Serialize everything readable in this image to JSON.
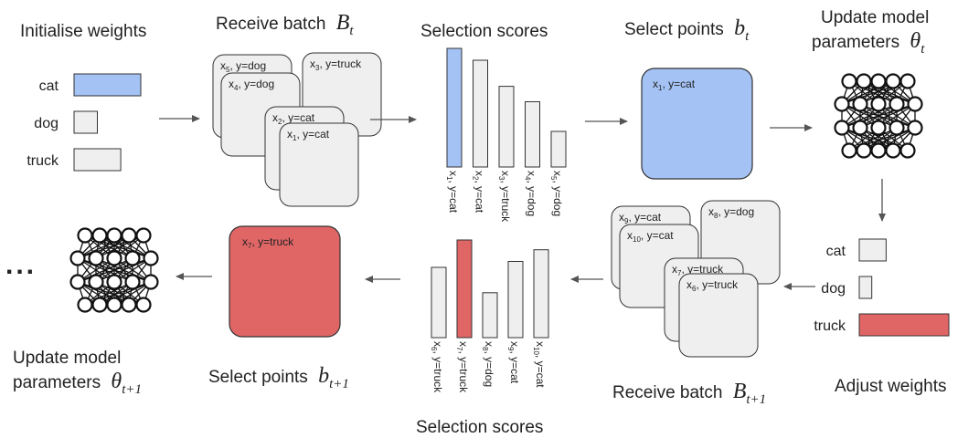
{
  "top": {
    "init_title": "Initialise weights",
    "receive_title": "Receive batch",
    "receive_math": {
      "base": "B",
      "sub": "t"
    },
    "scores_title": "Selection scores",
    "select_title": "Select points",
    "select_math": {
      "base": "b",
      "sub": "t"
    },
    "update_title_line1": "Update model",
    "update_title_line2": "parameters",
    "update_math": {
      "base": "θ",
      "sub": "t"
    },
    "weights": [
      {
        "label": "cat",
        "value": 1.0,
        "highlight": true
      },
      {
        "label": "dog",
        "value": 0.35,
        "highlight": false
      },
      {
        "label": "truck",
        "value": 0.7,
        "highlight": false
      }
    ],
    "batch_cards": [
      {
        "x": "x",
        "sub": "5",
        "label": ", y=dog"
      },
      {
        "x": "x",
        "sub": "3",
        "label": ", y=truck"
      },
      {
        "x": "x",
        "sub": "4",
        "label": ", y=dog"
      },
      {
        "x": "x",
        "sub": "2",
        "label": ", y=cat"
      },
      {
        "x": "x",
        "sub": "1",
        "label": ", y=cat"
      }
    ],
    "scores": [
      {
        "x": "x",
        "sub": "1",
        "label": ", y=cat",
        "value": 1.0,
        "highlight": true
      },
      {
        "x": "x",
        "sub": "2",
        "label": ", y=cat",
        "value": 0.9,
        "highlight": false
      },
      {
        "x": "x",
        "sub": "3",
        "label": ", y=truck",
        "value": 0.68,
        "highlight": false
      },
      {
        "x": "x",
        "sub": "4",
        "label": ", y=dog",
        "value": 0.55,
        "highlight": false
      },
      {
        "x": "x",
        "sub": "5",
        "label": ", y=dog",
        "value": 0.3,
        "highlight": false
      }
    ],
    "selected": {
      "x": "x",
      "sub": "1",
      "label": ", y=cat"
    }
  },
  "bottom": {
    "adjust_title": "Adjust weights",
    "receive_title": "Receive batch",
    "receive_math": {
      "base": "B",
      "sub": "t+1"
    },
    "scores_title": "Selection scores",
    "select_title": "Select points",
    "select_math": {
      "base": "b",
      "sub": "t+1"
    },
    "update_title_line1": "Update model",
    "update_title_line2": "parameters",
    "update_math": {
      "base": "θ",
      "sub": "t+1"
    },
    "ellipsis": "...",
    "weights": [
      {
        "label": "cat",
        "value": 0.3,
        "highlight": false
      },
      {
        "label": "dog",
        "value": 0.14,
        "highlight": false
      },
      {
        "label": "truck",
        "value": 1.0,
        "highlight": true
      }
    ],
    "batch_cards": [
      {
        "x": "x",
        "sub": "9",
        "label": ", y=cat"
      },
      {
        "x": "x",
        "sub": "8",
        "label": ", y=dog"
      },
      {
        "x": "x",
        "sub": "10",
        "label": ", y=cat"
      },
      {
        "x": "x",
        "sub": "7",
        "label": ", y=truck"
      },
      {
        "x": "x",
        "sub": "6",
        "label": ", y=truck"
      }
    ],
    "scores": [
      {
        "x": "x",
        "sub": "6",
        "label": ", y=truck",
        "value": 0.72,
        "highlight": false
      },
      {
        "x": "x",
        "sub": "7",
        "label": ", y=truck",
        "value": 1.0,
        "highlight": true
      },
      {
        "x": "x",
        "sub": "8",
        "label": ", y=dog",
        "value": 0.46,
        "highlight": false
      },
      {
        "x": "x",
        "sub": "9",
        "label": ", y=cat",
        "value": 0.78,
        "highlight": false
      },
      {
        "x": "x",
        "sub": "10",
        "label": ", y=cat",
        "value": 0.9,
        "highlight": false
      }
    ],
    "selected": {
      "x": "x",
      "sub": "7",
      "label": ", y=truck"
    }
  },
  "colors": {
    "blue": "#a4c2f4",
    "red": "#e06666",
    "gray_fill": "#efefef",
    "stroke": "#333333",
    "card_fill": "#efefef",
    "arrow": "#555555"
  }
}
